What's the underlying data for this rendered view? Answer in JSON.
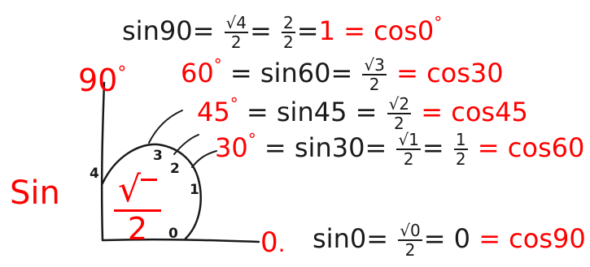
{
  "axes": {
    "y_label": "90",
    "x_label": "0",
    "side_label": "Sin",
    "deg": "°"
  },
  "points": {
    "p0": "0",
    "p1": "1",
    "p2": "2",
    "p3": "3",
    "p4": "4"
  },
  "big_fraction": {
    "num": "√",
    "den": "2"
  },
  "rows": {
    "r90": {
      "lhs": "sin90",
      "eq": "=",
      "sqrt_arg": "4",
      "den": "2",
      "simp_num": "2",
      "value": "1",
      "rhs": "cos0"
    },
    "r60": {
      "angle": "60",
      "lhs": "sin60",
      "eq": "=",
      "sqrt_arg": "3",
      "den": "2",
      "rhs": "cos30"
    },
    "r45": {
      "angle": "45",
      "lhs": "sin45",
      "eq": "=",
      "sqrt_arg": "2",
      "den": "2",
      "rhs": "cos45"
    },
    "r30": {
      "angle": "30",
      "lhs": "sin30",
      "eq": "=",
      "sqrt_arg": "1",
      "den": "2",
      "simp_num": "1",
      "rhs": "cos60"
    },
    "r0": {
      "lhs": "sin0",
      "eq": "=",
      "sqrt_arg": "0",
      "den": "2",
      "value": "0",
      "rhs": "cos90"
    }
  }
}
